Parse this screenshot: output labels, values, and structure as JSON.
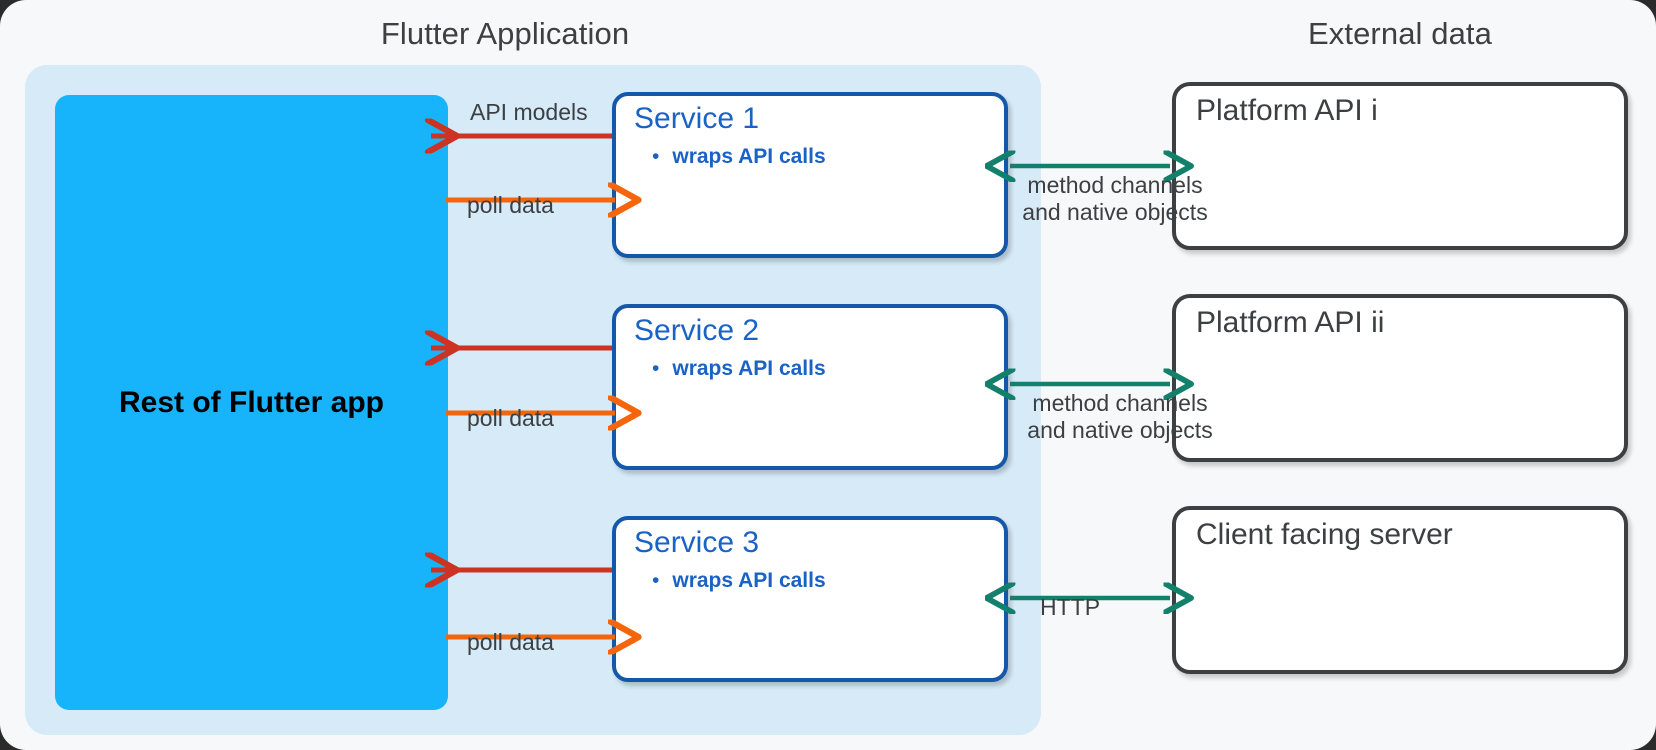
{
  "columns": {
    "flutter_title": "Flutter Application",
    "external_title": "External data"
  },
  "flutter_app": {
    "rest_label": "Rest of Flutter app"
  },
  "services": [
    {
      "title": "Service 1",
      "bullet": "wraps API calls",
      "bullet_marker": "•"
    },
    {
      "title": "Service 2",
      "bullet": "wraps API calls",
      "bullet_marker": "•"
    },
    {
      "title": "Service 3",
      "bullet": "wraps API calls",
      "bullet_marker": "•"
    }
  ],
  "external": [
    {
      "title": "Platform API i"
    },
    {
      "title": "Platform API ii"
    },
    {
      "title": "Client facing server"
    }
  ],
  "arrow_labels": {
    "api_models": "API models",
    "poll_data_1": "poll data",
    "poll_data_2": "poll data",
    "poll_data_3": "poll data",
    "method_channels_1_line1": "method channels",
    "method_channels_1_line2": "and native objects",
    "method_channels_2_line1": "method channels",
    "method_channels_2_line2": "and native objects",
    "http": "HTTP"
  },
  "colors": {
    "page_background": "#f7f8fa",
    "flutter_container": "#d6eaf8",
    "rest_of_app": "#17b4fb",
    "service_border": "#1558a9",
    "service_text": "#1a62c4",
    "external_border": "#3c4043",
    "arrow_red": "#cc3323",
    "arrow_orange": "#f4650c",
    "arrow_teal": "#12806a",
    "title_text": "#3c4043"
  }
}
